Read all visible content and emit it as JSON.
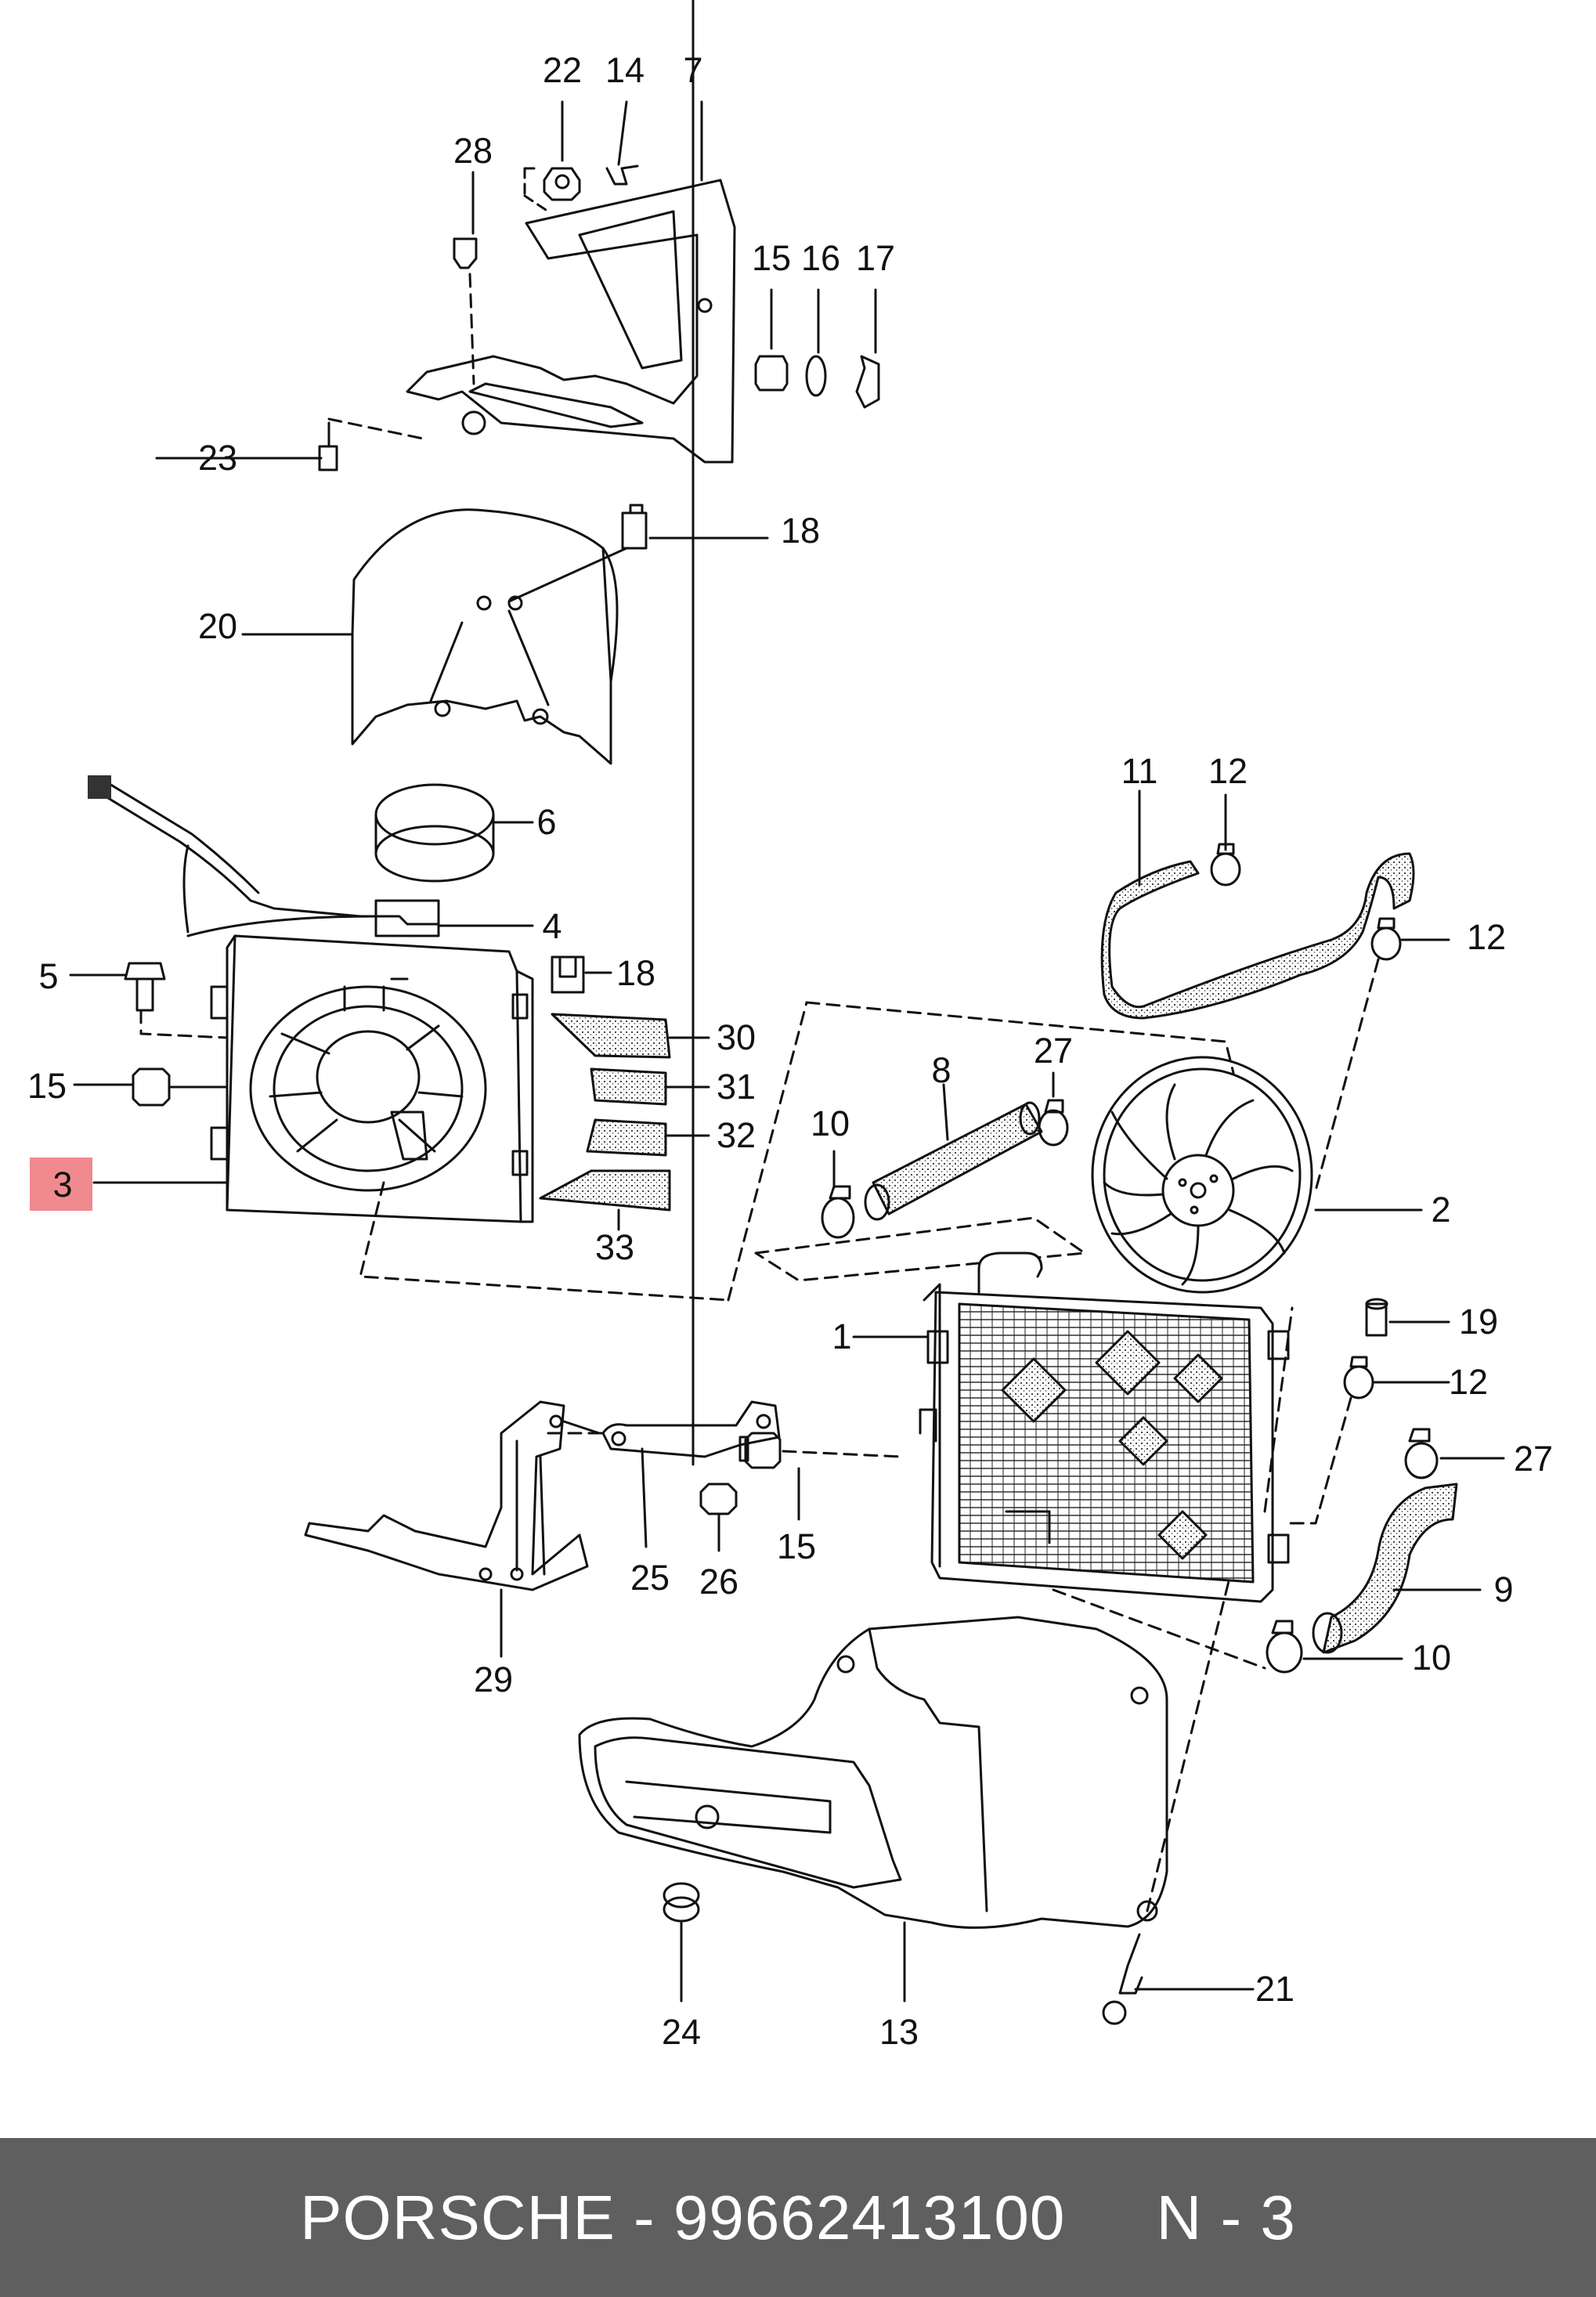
{
  "footer": {
    "brand": "PORSCHE",
    "separator1": " - ",
    "part_number": "99662413100",
    "gap": "     ",
    "position_label": "N - 3"
  },
  "highlight_color": "#f08a8f",
  "footer_color": "#5f5f5f",
  "callouts": [
    "1",
    "2",
    "3",
    "4",
    "5",
    "6",
    "7",
    "8",
    "9",
    "10",
    "10",
    "11",
    "12",
    "12",
    "12",
    "13",
    "14",
    "15",
    "15",
    "15",
    "16",
    "17",
    "18",
    "18",
    "19",
    "20",
    "21",
    "22",
    "23",
    "24",
    "25",
    "26",
    "27",
    "27",
    "28",
    "29",
    "30",
    "31",
    "32",
    "33"
  ],
  "highlighted_callout": "3"
}
